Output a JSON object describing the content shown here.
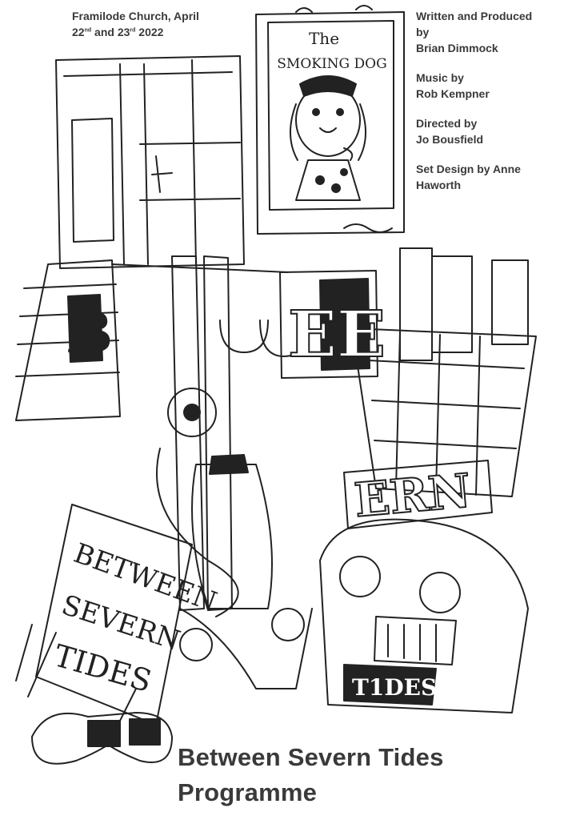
{
  "event": {
    "venue_dates_line1": "Framilode Church, April",
    "date1": "22",
    "date1_sup": "nd",
    "date_join": " and ",
    "date2": "23",
    "date2_sup": "rd",
    "year": " 2022"
  },
  "credits": [
    {
      "role": "Written and Produced",
      "connector": "by",
      "name": "Brian Dimmock"
    },
    {
      "role": "Music by",
      "connector": "",
      "name": "Rob Kempner"
    },
    {
      "role": "Directed by",
      "connector": "",
      "name": "Jo Bousfield"
    },
    {
      "role": "Set Design by Anne",
      "connector": "",
      "name": "Haworth"
    }
  ],
  "artwork": {
    "pub_sign_the": "The",
    "pub_sign_name": "SMOKING DOG",
    "sign_line1": "BETWEEN",
    "sign_line2": "SEVERN",
    "sign_line3": "TIDES",
    "letters_b": "B",
    "letters_ee": "EE",
    "letters_ern": "ERN",
    "plate": "T1DES"
  },
  "title": {
    "line1": "Between Severn Tides",
    "line2": "Programme"
  },
  "colors": {
    "ink": "#222222",
    "text": "#3a3a3a",
    "paper": "#ffffff"
  }
}
